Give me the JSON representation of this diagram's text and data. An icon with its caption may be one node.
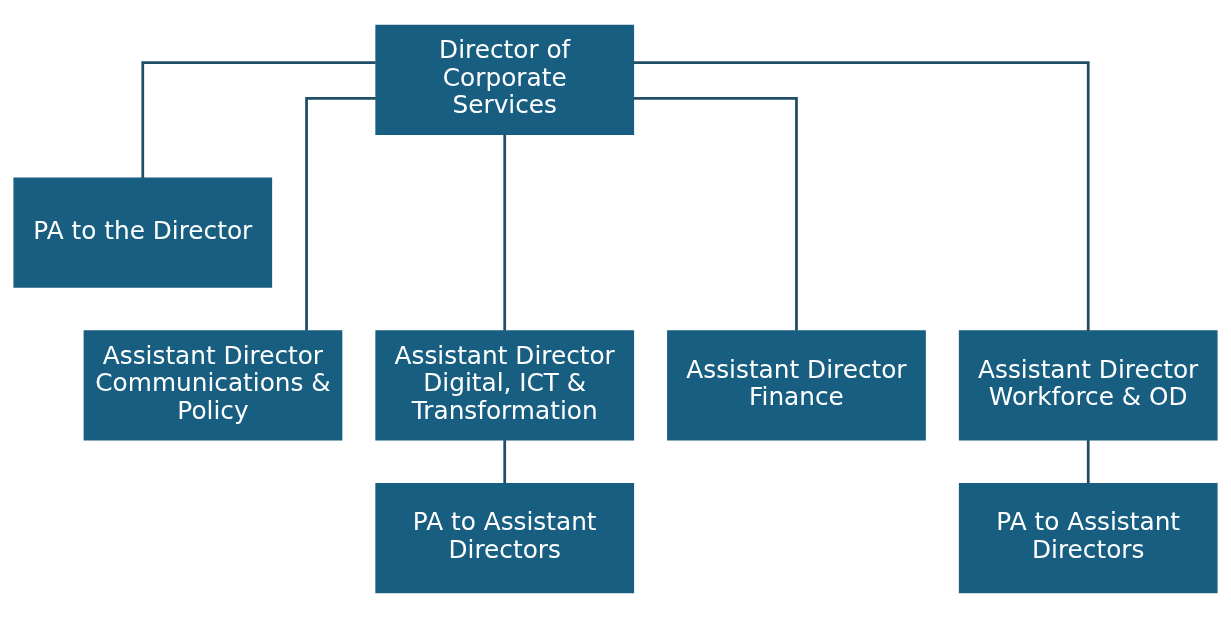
{
  "diagram": {
    "nodes": [
      {
        "text": [
          "Director of Corporate Services"
        ]
      },
      {
        "text": [
          "PA to the Director"
        ]
      },
      {
        "text": [
          "Assistant Director Communications & Policy"
        ]
      },
      {
        "text": [
          "Assistant Director Digital, ICT & Transformation"
        ]
      },
      {
        "text": [
          "Assistant Director Finance"
        ]
      },
      {
        "text": [
          "Assistant Director Workforce & OD"
        ]
      },
      {
        "text": [
          "PA to Assistant Directors"
        ]
      },
      {
        "text": [
          "PA to Assistant Directors"
        ]
      }
    ],
    "edges": [
      {
        "from": 0,
        "to": 1,
        "arrow": "none"
      },
      {
        "from": 0,
        "to": 2,
        "arrow": "none"
      },
      {
        "from": 0,
        "to": 3,
        "arrow": "none"
      },
      {
        "from": 0,
        "to": 4,
        "arrow": "none"
      },
      {
        "from": 0,
        "to": 5,
        "arrow": "none"
      },
      {
        "from": 3,
        "to": 6,
        "arrow": "none"
      },
      {
        "from": 5,
        "to": 7,
        "arrow": "none"
      }
    ]
  }
}
